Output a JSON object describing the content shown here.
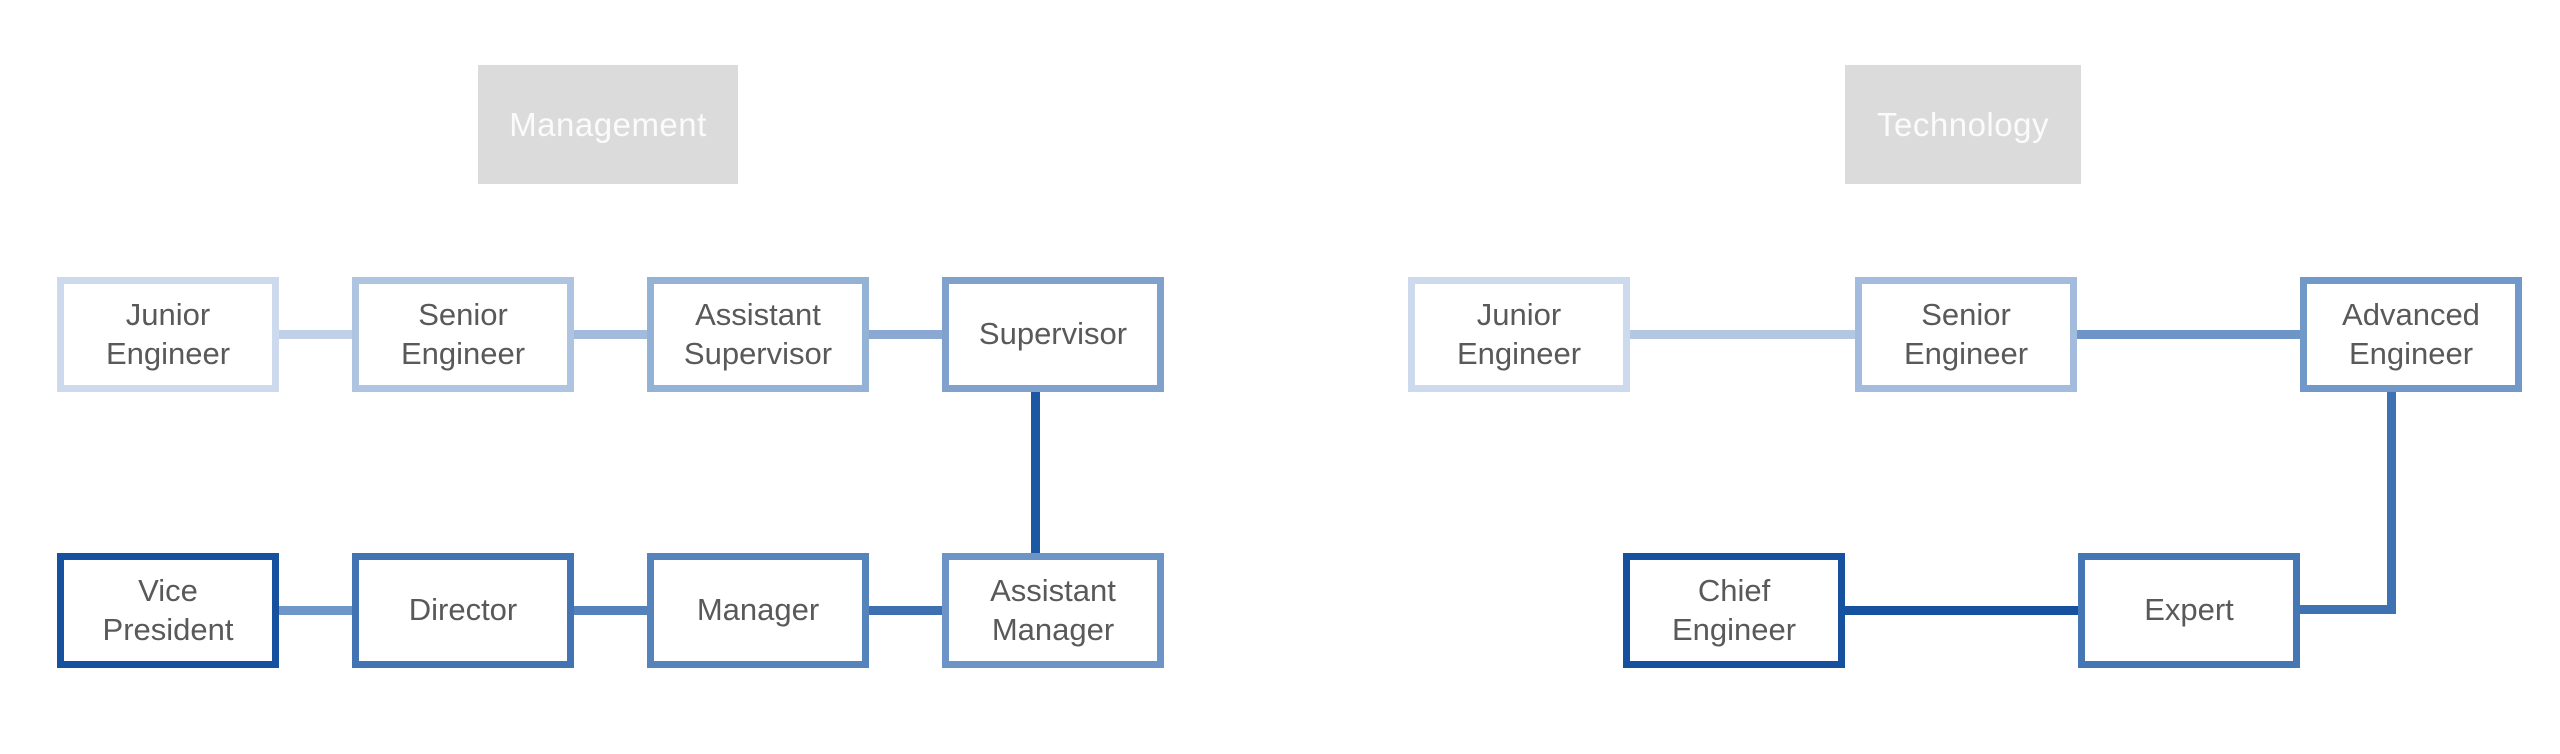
{
  "canvas": {
    "background": "#FFFFFF",
    "node_text_color": "#595959"
  },
  "management": {
    "title": "Management",
    "header": {
      "bg": "#DBDBDB",
      "text_color": "#FBFBFB"
    },
    "nodes": {
      "junior": {
        "label": "Junior Engineer",
        "border": "#CDDAEE"
      },
      "senior": {
        "label": "Senior Engineer",
        "border": "#AEC4E0"
      },
      "assistant_supervisor": {
        "label": "Assistant Supervisor",
        "border": "#94B1D6"
      },
      "supervisor": {
        "label": "Supervisor",
        "border": "#7FA1CB"
      },
      "vice_president": {
        "label": "Vice President",
        "border": "#15519E"
      },
      "director": {
        "label": "Director",
        "border": "#4273B3"
      },
      "manager": {
        "label": "Manager",
        "border": "#5584BD"
      },
      "assistant_manager": {
        "label": "Assistant Manager",
        "border": "#6C94C6"
      }
    },
    "connectors": {
      "junior_to_senior": "#BFD0E8",
      "senior_to_assistant_supervisor": "#A2BBDC",
      "assistant_supervisor_to_supervisor": "#8AA8D1",
      "supervisor_to_assistant_manager": "#1B57A3",
      "assistant_manager_to_manager": "#3E70B1",
      "manager_to_director": "#5480BB",
      "director_to_vice_president": "#6F96C8"
    }
  },
  "technology": {
    "title": "Technology",
    "header": {
      "bg": "#DBDBDB",
      "text_color": "#FBFBFB"
    },
    "nodes": {
      "junior": {
        "label": "Junior Engineer",
        "border": "#CDDAEE"
      },
      "senior": {
        "label": "Senior Engineer",
        "border": "#A3BCDD"
      },
      "advanced": {
        "label": "Advanced Engineer",
        "border": "#7099C9"
      },
      "chief": {
        "label": "Chief Engineer",
        "border": "#15519E"
      },
      "expert": {
        "label": "Expert",
        "border": "#4677B5"
      }
    },
    "connectors": {
      "junior_to_senior": "#B3C7E3",
      "senior_to_advanced": "#6D95C7",
      "advanced_to_expert": "#3F72B2",
      "expert_to_chief": "#15519E"
    }
  }
}
